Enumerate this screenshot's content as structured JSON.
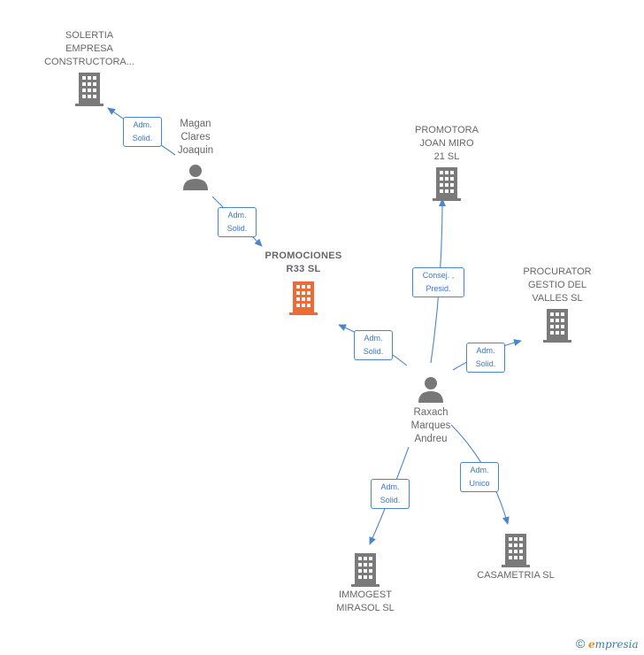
{
  "nodes": {
    "solertia": {
      "label": "SOLERTIA\nEMPRESA\nCONSTRUCTORA..."
    },
    "magan": {
      "label": "Magan\nClares\nJoaquin"
    },
    "promociones": {
      "label": "PROMOCIONES\nR33  SL"
    },
    "promotora": {
      "label": "PROMOTORA\nJOAN MIRO\n21  SL"
    },
    "procurator": {
      "label": "PROCURATOR\nGESTIO DEL\nVALLES  SL"
    },
    "raxach": {
      "label": "Raxach\nMarques\nAndreu"
    },
    "immogest": {
      "label": "IMMOGEST\nMIRASOL  SL"
    },
    "casametria": {
      "label": "CASAMETRIA SL"
    }
  },
  "relations": {
    "magan_solertia": "Adm.\nSolid.",
    "magan_promociones": "Adm.\nSolid.",
    "raxach_promociones": "Adm.\nSolid.",
    "raxach_promotora": "Consej. ,\nPresid.",
    "raxach_procurator": "Adm.\nSolid.",
    "raxach_immogest": "Adm.\nSolid.",
    "raxach_casametria": "Adm.\nUnico"
  },
  "colors": {
    "edge": "#4a86cf",
    "building": "#7a7a7a",
    "building_main": "#f06a35",
    "person": "#777777"
  },
  "footer": {
    "copyright": "©",
    "brand_initial": "e",
    "brand_rest": "mpresia"
  }
}
